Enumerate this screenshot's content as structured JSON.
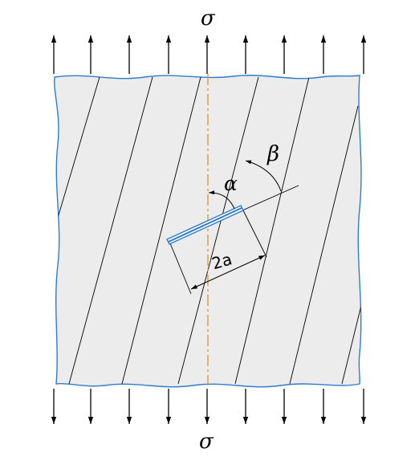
{
  "labels": {
    "sigma_top": "σ",
    "sigma_bottom": "σ",
    "alpha": "α",
    "beta": "β",
    "crack_length": "2a"
  },
  "colors": {
    "plate_fill": "#ececec",
    "plate_edge": "#2e7bd6",
    "crack": "#2e7bd6",
    "centerline": "#e0902a",
    "lines": "#000000"
  }
}
